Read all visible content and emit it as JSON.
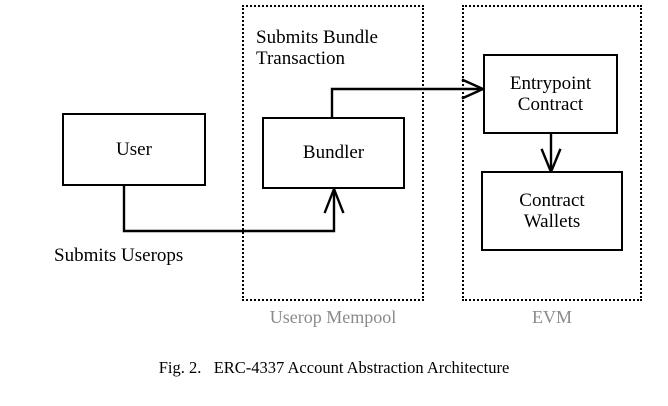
{
  "figure": {
    "caption": "Fig. 2.   ERC-4337 Account Abstraction Architecture",
    "background_color": "#ffffff",
    "line_color": "#000000",
    "zone_label_color": "#8a8a8a"
  },
  "nodes": {
    "user": {
      "label": "User"
    },
    "bundler": {
      "label": "Bundler"
    },
    "entrypoint": {
      "label": "Entrypoint\nContract"
    },
    "wallets": {
      "label": "Contract\nWallets"
    }
  },
  "zones": {
    "mempool": {
      "label": "Userop Mempool"
    },
    "evm": {
      "label": "EVM"
    }
  },
  "edges": {
    "bundle_transaction": {
      "label": "Submits Bundle\nTransaction"
    },
    "userops": {
      "label": "Submits Userops"
    }
  }
}
